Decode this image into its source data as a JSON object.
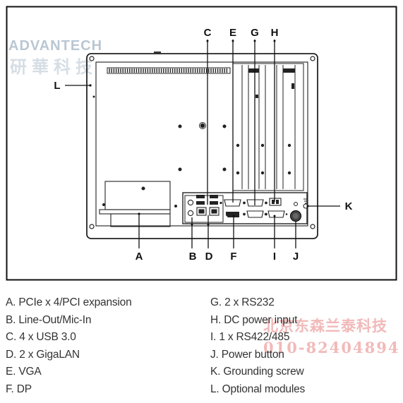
{
  "callouts": {
    "top": [
      "C",
      "E",
      "G",
      "H"
    ],
    "bottom": [
      "A",
      "B",
      "D",
      "F",
      "I",
      "J"
    ],
    "left": "L",
    "right": "K"
  },
  "legend": {
    "left": [
      "A.  PCIe x 4/PCI expansion",
      "B.  Line-Out/Mic-In",
      "C.  4 x USB 3.0",
      "D.  2 x GigaLAN",
      "E.  VGA",
      "F.  DP"
    ],
    "right": [
      "G.  2 x RS232",
      "H.  DC power input",
      "I.   1 x RS422/485",
      "J.  Power button",
      "K.  Grounding screw",
      "L.  Optional modules"
    ]
  },
  "watermarks": {
    "logo": "ADVANTECH",
    "logo_cn": "研華科技",
    "company_cn": "北京东森兰泰科技",
    "phone": "010-82404894"
  }
}
